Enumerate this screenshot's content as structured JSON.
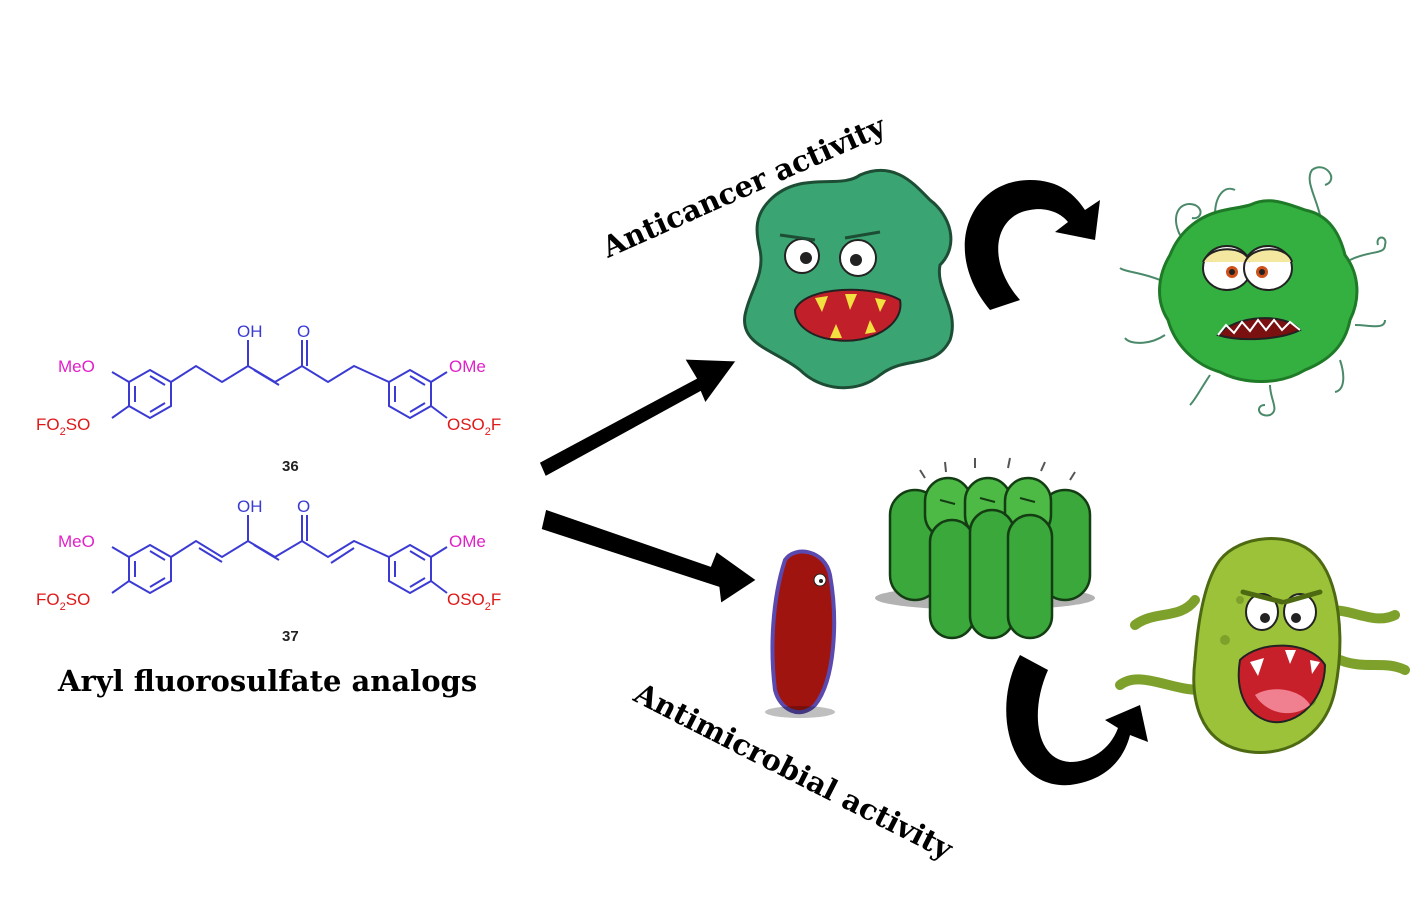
{
  "compounds": [
    {
      "number": "36",
      "left_top_group": "MeO",
      "left_bottom_group": "FO",
      "left_bottom_sub": "2",
      "left_bottom_tail": "SO",
      "right_top_group": "OMe",
      "right_bottom_group": "OSO",
      "right_bottom_sub": "2",
      "right_bottom_tail": "F",
      "enol_label": "OH",
      "keto_label": "O"
    },
    {
      "number": "37",
      "left_top_group": "MeO",
      "left_bottom_group": "FO",
      "left_bottom_sub": "2",
      "left_bottom_tail": "SO",
      "right_top_group": "OMe",
      "right_bottom_group": "OSO",
      "right_bottom_sub": "2",
      "right_bottom_tail": "F",
      "enol_label": "OH",
      "keto_label": "O"
    }
  ],
  "caption": "Aryl fluorosulfate analogs",
  "labels": {
    "anticancer": "Anticancer activity",
    "antimicrobial": "Antimicrobial activity"
  },
  "colors": {
    "skeleton": "#3b3bd4",
    "methoxy": "#e020c8",
    "fluorosulfate": "#e01818",
    "cancer_cell": "#3aa572",
    "dying_cell": "#33b040",
    "bacteria_green": "#3aa83a",
    "red_bacterium": "#a0140f",
    "yellow_germ": "#9cc23a",
    "arrow": "#000000"
  },
  "icons": [
    "cancer-cell-icon",
    "dying-cancer-cell-icon",
    "red-bacterium-icon",
    "green-bacteria-cluster-icon",
    "angry-germ-icon"
  ]
}
